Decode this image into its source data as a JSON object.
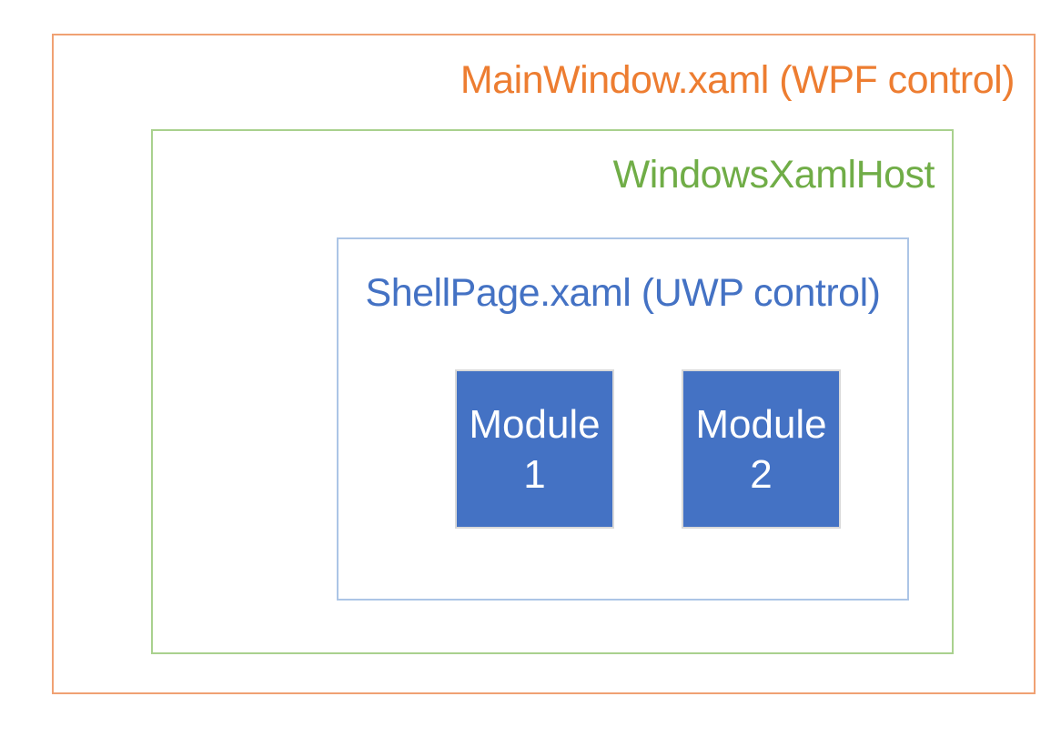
{
  "diagram": {
    "mainwindow": {
      "label": "MainWindow.xaml (WPF control)",
      "text_color": "#ED7D31",
      "border_color": "#F0A173"
    },
    "windowsxamlhost": {
      "label": "WindowsXamlHost",
      "text_color": "#70AD47",
      "border_color": "#A9D18E"
    },
    "shellpage": {
      "label": "ShellPage.xaml (UWP control)",
      "text_color": "#4472C4",
      "border_color": "#ACC5E6"
    },
    "modules": [
      {
        "name": "Module",
        "number": "1",
        "fill_color": "#4472C4",
        "border_color": "#D9D9D9",
        "text_color": "#FFFFFF"
      },
      {
        "name": "Module",
        "number": "2",
        "fill_color": "#4472C4",
        "border_color": "#D9D9D9",
        "text_color": "#FFFFFF"
      }
    ]
  }
}
